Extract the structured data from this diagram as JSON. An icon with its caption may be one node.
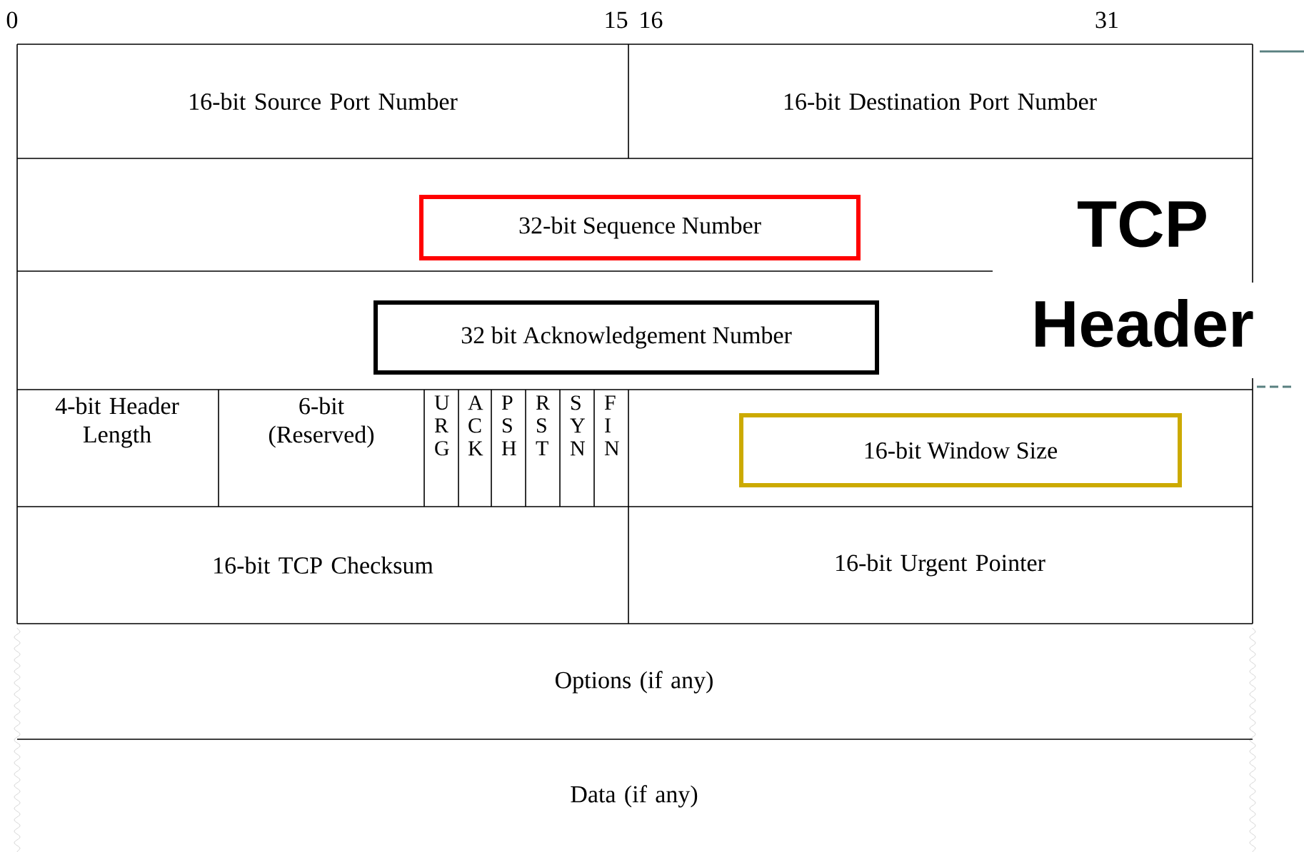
{
  "diagram": {
    "title": "TCP Header",
    "nodes": [
      {
        "text": [
          "16-bit Source Port Number"
        ]
      },
      {
        "text": [
          "16-bit Destination Port Number"
        ]
      },
      {
        "text": [
          "32-bit Sequence Number"
        ]
      },
      {
        "text": [
          "32 bit Acknowledgement Number"
        ]
      },
      {
        "text": [
          "4-bit Header Length"
        ]
      },
      {
        "text": [
          "6-bit (Reserved)"
        ]
      },
      {
        "text": [
          "U R G"
        ]
      },
      {
        "text": [
          "A C K"
        ]
      },
      {
        "text": [
          "P S H"
        ]
      },
      {
        "text": [
          "R S T"
        ]
      },
      {
        "text": [
          "S Y N"
        ]
      },
      {
        "text": [
          "F I N"
        ]
      },
      {
        "text": [
          "16-bit Window Size"
        ]
      },
      {
        "text": [
          "16-bit TCP Checksum"
        ]
      },
      {
        "text": [
          "16-bit Urgent Pointer"
        ]
      },
      {
        "text": [
          "Options (if any)"
        ]
      },
      {
        "text": [
          "Data (if any)"
        ]
      }
    ],
    "labels": [
      "0",
      "15",
      "16",
      "31"
    ]
  }
}
